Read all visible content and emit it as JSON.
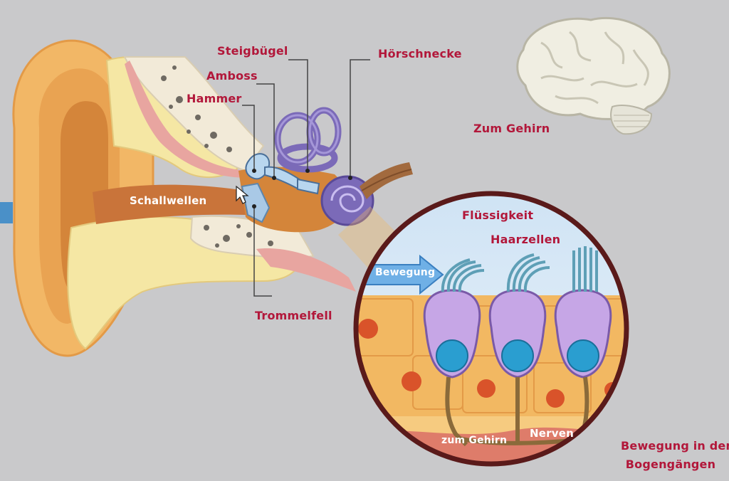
{
  "labels": {
    "steigbuegel": "Steigbügel",
    "amboss": "Amboss",
    "hammer": "Hammer",
    "hoerschnecke": "Hörschnecke",
    "zum_gehirn": "Zum Gehirn",
    "schallwellen": "Schallwellen",
    "trommelfell": "Trommelfell",
    "fluessigkeit": "Flüssigkeit",
    "haarzellen": "Haarzellen",
    "bewegung": "Bewegung",
    "zum_gehirn_nerve": "zum Gehirn",
    "nerven": "Nerven",
    "bewegung_bogengaenge_line1": "Bewegung in den",
    "bewegung_bogengaenge_line2": "Bogengängen"
  },
  "colors": {
    "background": "#c9c9cb",
    "label_red": "#b2173a",
    "skin": "#f2b766",
    "canal": "#d4853a",
    "bone": "#f2ead8",
    "fat": "#f5e7a4",
    "cochlea": "#7b6ab8",
    "hair_cell": "#c6a6e6",
    "nucleus": "#2a9ed0",
    "tissue": "#f2b862",
    "magnifier_border": "#5a1a1a"
  }
}
